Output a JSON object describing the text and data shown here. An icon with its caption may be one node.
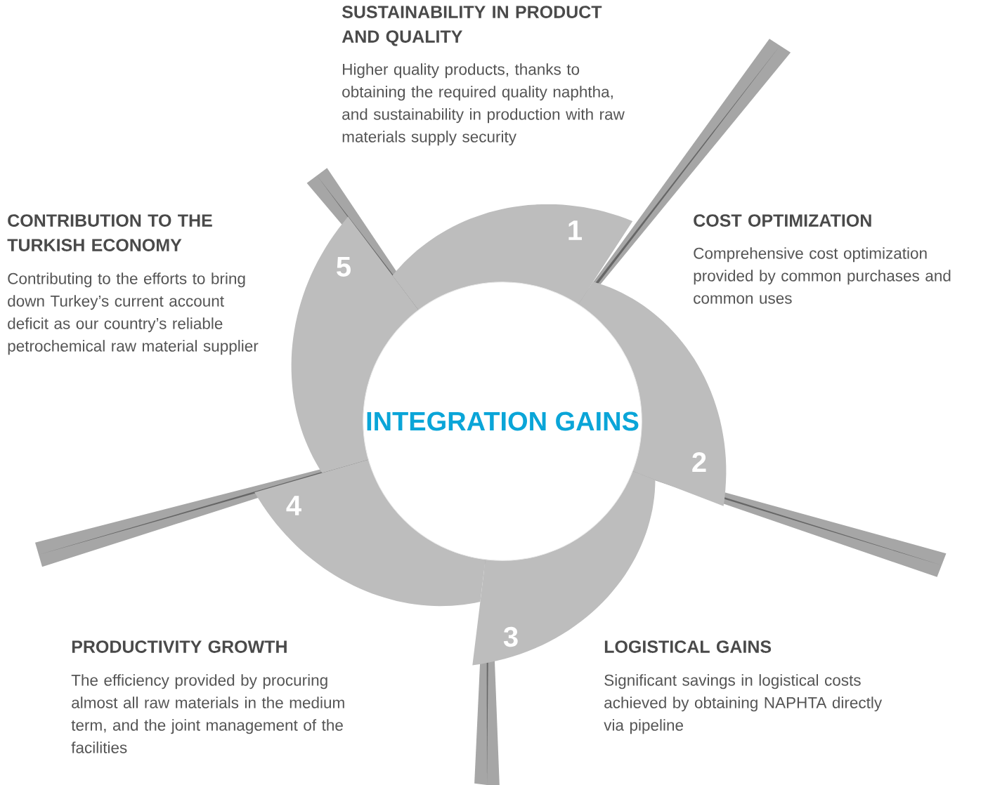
{
  "diagram": {
    "nodes": [
      {
        "text": [
          "INTEGRATION GAINS"
        ]
      },
      {
        "text": [
          "1"
        ],
        "beside": [
          "SUSTAINABILITY IN PRODUCT AND QUALITY",
          "Higher quality products, thanks to obtaining the required quality naphtha, and sustainability in production with raw materials supply security"
        ]
      },
      {
        "text": [
          "2"
        ],
        "beside": [
          "COST OPTIMIZATION",
          "Comprehensive cost optimization provided by common purchases and common uses"
        ]
      },
      {
        "text": [
          "3"
        ],
        "beside": [
          "LOGISTICAL GAINS",
          "Significant savings in logistical costs achieved by obtaining NAPHTA directly via pipeline"
        ]
      },
      {
        "text": [
          "4"
        ],
        "beside": [
          "PRODUCTIVITY GROWTH",
          "The efficiency provided by procuring almost all raw materials in the medium term, and the joint management of the facilities"
        ]
      },
      {
        "text": [
          "5"
        ],
        "beside": [
          "CONTRIBUTION TO THE TURKISH ECONOMY",
          "Contributing to the efforts to bring down Turkey’s current account deficit as our country’s reliable petrochemical raw material supplier"
        ]
      }
    ]
  }
}
